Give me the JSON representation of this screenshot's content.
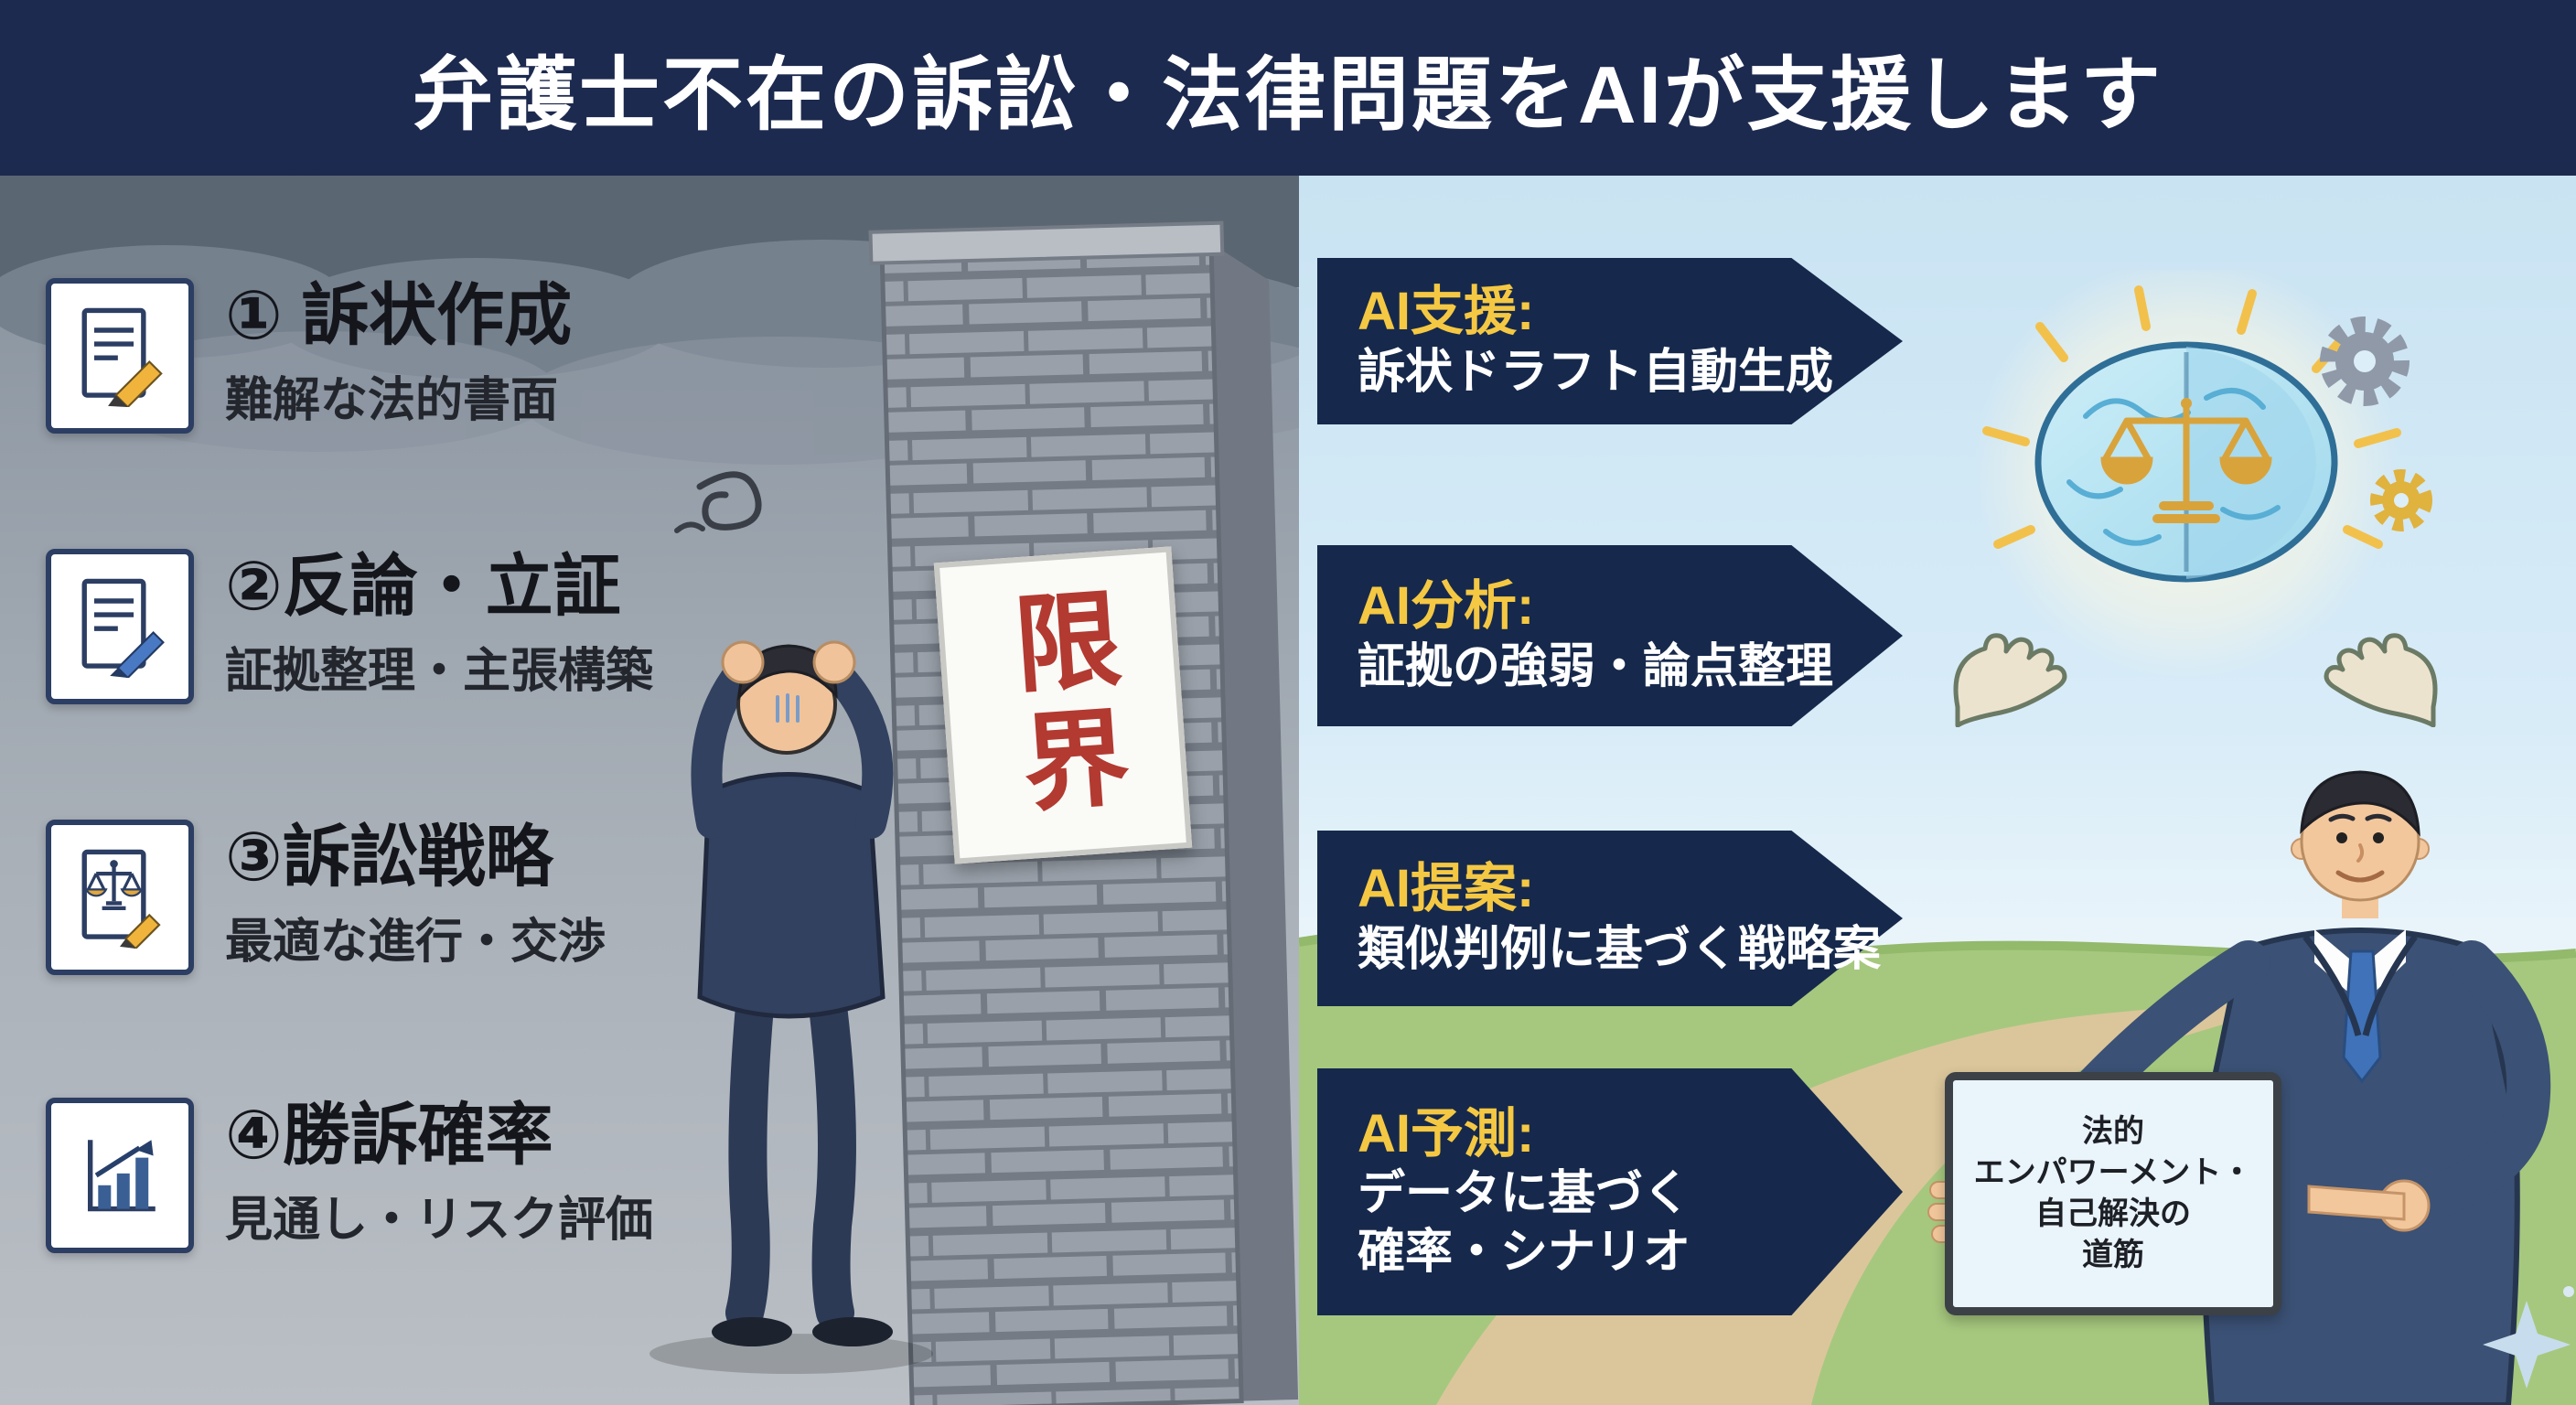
{
  "header": {
    "title": "弁護士不在の訴訟・法律問題をAIが支援します",
    "bg_color": "#1d2a4f",
    "text_color": "#ffffff"
  },
  "left_panel": {
    "items": [
      {
        "title": "① 訴状作成",
        "subtitle": "難解な法的書面",
        "icon": "document-pencil-icon"
      },
      {
        "title": "②反論・立証",
        "subtitle": "証拠整理・主張構築",
        "icon": "document-pen-icon"
      },
      {
        "title": "③訴訟戦略",
        "subtitle": "最適な進行・交渉",
        "icon": "scales-pencil-icon"
      },
      {
        "title": "④勝訴確率",
        "subtitle": "見通し・リスク評価",
        "icon": "bar-chart-icon"
      }
    ]
  },
  "wall_sign": {
    "text": "限界",
    "text_color": "#b23a31"
  },
  "right_panel": {
    "accent_color": "#f5c843",
    "arrow_color": "#16294c",
    "arrows": [
      {
        "label": "AI支援:",
        "lines": [
          "訴状ドラフト自動生成"
        ]
      },
      {
        "label": "AI分析:",
        "lines": [
          "証拠の強弱・論点整理"
        ]
      },
      {
        "label": "AI提案:",
        "lines": [
          "類似判例に基づく戦略案"
        ]
      },
      {
        "label": "AI予測:",
        "lines": [
          "データに基づく",
          "確率・シナリオ"
        ]
      }
    ]
  },
  "tablet": {
    "lines": [
      "法的",
      "エンパワーメント・",
      "自己解決の",
      "道筋"
    ]
  }
}
